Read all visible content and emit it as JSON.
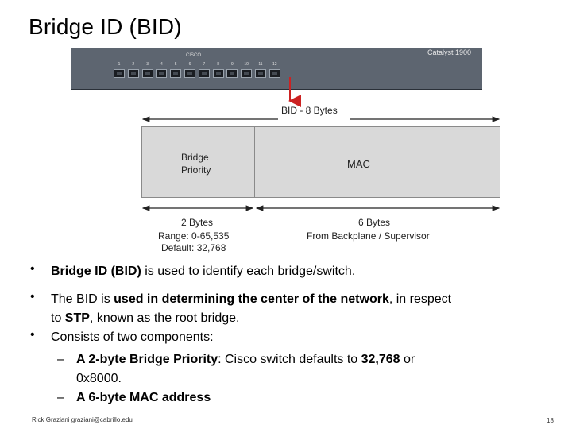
{
  "title": "Bridge ID (BID)",
  "switch": {
    "model": "Catalyst 1900",
    "brand": "CISCO",
    "ports": [
      "1",
      "2",
      "3",
      "4",
      "5",
      "6",
      "7",
      "8",
      "9",
      "10",
      "11",
      "12"
    ]
  },
  "diagram": {
    "bid_label": "BID - 8 Bytes",
    "priority_label_1": "Bridge",
    "priority_label_2": "Priority",
    "mac_label": "MAC",
    "left_bytes": "2 Bytes",
    "left_range": "Range: 0-65,535",
    "left_default": "Default: 32,768",
    "right_bytes": "6 Bytes",
    "right_source": "From Backplane / Supervisor"
  },
  "bullets": {
    "b1_bold": "Bridge ID (BID)",
    "b1_rest": " is used to identify each bridge/switch.",
    "b2_pre": "The BID is ",
    "b2_bold": "used in determining the center of the network",
    "b2_post": ", in respect",
    "b2_line2_pre": "to ",
    "b2_line2_bold": "STP",
    "b2_line2_post": ", known as the root bridge.",
    "b3": "Consists of two components:",
    "s1_dash": "–",
    "s1_bold": "A 2-byte Bridge Priority",
    "s1_mid": ": Cisco switch defaults to ",
    "s1_bold2": "32,768",
    "s1_post": " or",
    "s1_line2": "0x8000.",
    "s2_dash": "–",
    "s2_bold": "A 6-byte MAC address"
  },
  "footer": {
    "author": "Rick Graziani  graziani@cabrillo.edu",
    "page": "18"
  },
  "colors": {
    "arrow_red": "#cc2222",
    "box_fill": "#d9d9d9",
    "switch_body": "#5d6570"
  }
}
